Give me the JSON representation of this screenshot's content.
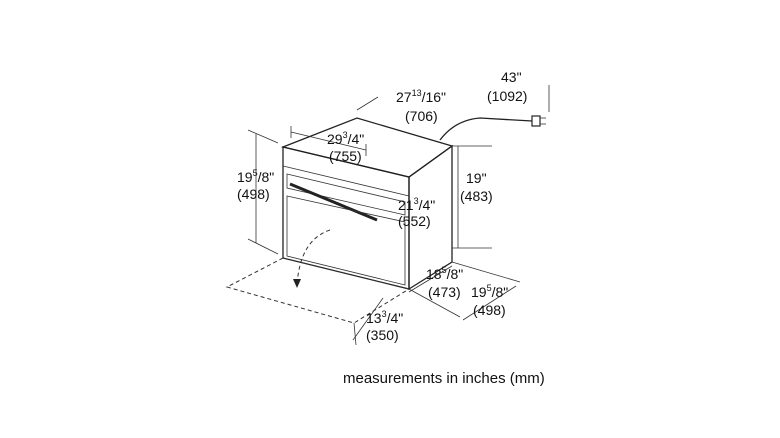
{
  "dimensions": {
    "width_top": {
      "whole": "27",
      "num": "13",
      "den": "16\"",
      "mm": "(706)"
    },
    "cord": {
      "inch": "43\"",
      "mm": "(1092)"
    },
    "front_width": {
      "whole": "29",
      "num": "3",
      "den": "4\"",
      "mm": "(755)"
    },
    "front_height": {
      "whole": "19",
      "num": "5",
      "den": "8\"",
      "mm": "(498)"
    },
    "cabinet_height": {
      "inch": "19\"",
      "mm": "(483)"
    },
    "inner_depth": {
      "whole": "21",
      "num": "3",
      "den": "4\"",
      "mm": "(552)"
    },
    "depth": {
      "whole": "18",
      "num": "5",
      "den": "8\"",
      "mm": "(473)"
    },
    "depth_total": {
      "whole": "19",
      "num": "5",
      "den": "8\"",
      "mm": "(498)"
    },
    "door_depth": {
      "whole": "13",
      "num": "3",
      "den": "4\"",
      "mm": "(350)"
    }
  },
  "caption": "measurements in inches (mm)"
}
